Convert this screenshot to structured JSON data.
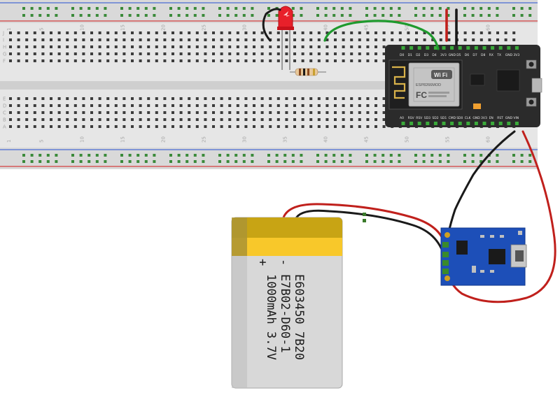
{
  "breadboard": {
    "column_numbers": [
      "1",
      "5",
      "10",
      "15",
      "20",
      "25",
      "30",
      "35",
      "40",
      "45",
      "50",
      "55",
      "60"
    ],
    "row_letters": [
      "J",
      "I",
      "H",
      "G",
      "F",
      "E",
      "D",
      "C",
      "B",
      "A"
    ]
  },
  "nodemcu": {
    "module_label": "ESP8266MOD",
    "fc_label": "FC",
    "wifi_label": "Wi Fi",
    "top_pins": [
      "D0",
      "D1",
      "D2",
      "D3",
      "D4",
      "3V3",
      "GND",
      "D5",
      "D6",
      "D7",
      "D8",
      "RX",
      "TX",
      "GND",
      "3V3"
    ],
    "bottom_pins": [
      "A0",
      "RSV",
      "RSV",
      "SD3",
      "SD2",
      "SD1",
      "CMD",
      "SD0",
      "CLK",
      "GND",
      "3V3",
      "EN",
      "RST",
      "GND",
      "VIN"
    ]
  },
  "battery": {
    "polarity_minus": "-",
    "polarity_plus": "+",
    "line1": "E603450 7B20",
    "line2": "E7B02-D60-1",
    "line3": "1000mAh 3.7V"
  },
  "colors": {
    "wire_red": "#c0201c",
    "wire_black": "#1a1a1a",
    "wire_green": "#1f9a2e",
    "board_dark": "#2b2b2b",
    "charger_blue": "#1d4fb8",
    "battery_gold": "#c8a414",
    "led_red": "#e8202a"
  }
}
